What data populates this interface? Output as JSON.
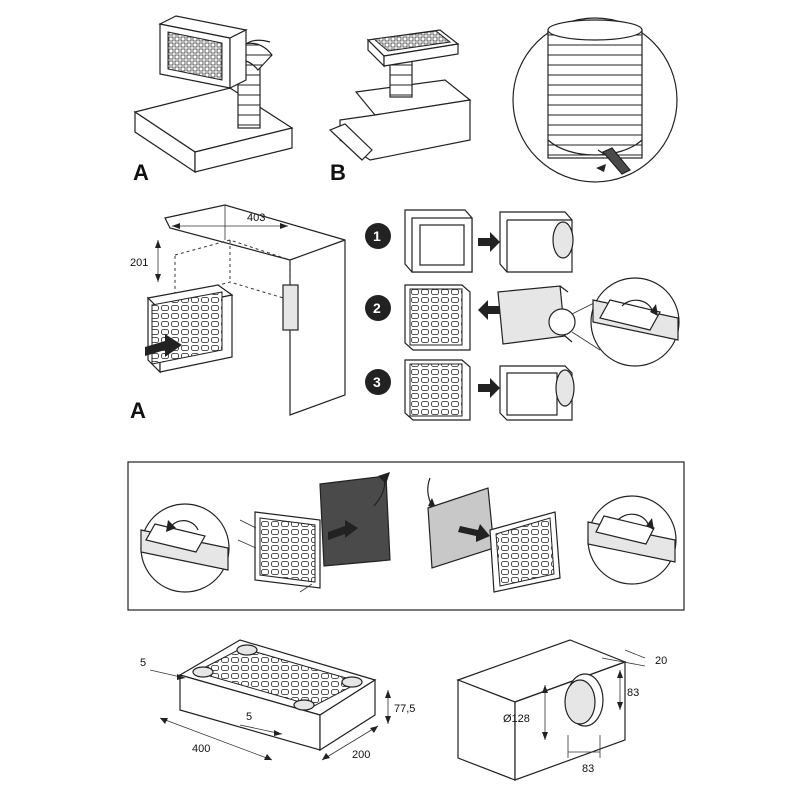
{
  "top_row": {
    "label_a": "A",
    "label_b": "B"
  },
  "middle_row": {
    "dim_width": "403",
    "dim_height": "201",
    "label_a": "A",
    "steps": [
      "1",
      "2",
      "3"
    ]
  },
  "bottom_dims": {
    "grille_margin_side": "5",
    "grille_margin_inner": "5",
    "grille_height": "77,5",
    "grille_length": "400",
    "grille_depth": "200",
    "box_offset": "20",
    "box_half_upper": "83",
    "box_diameter": "Ø128",
    "box_half_lower": "83"
  },
  "colors": {
    "line": "#222222",
    "filter_dark": "#4a4a4a",
    "filter_light": "#c8c8c8",
    "panel": "#e6e6e6"
  }
}
